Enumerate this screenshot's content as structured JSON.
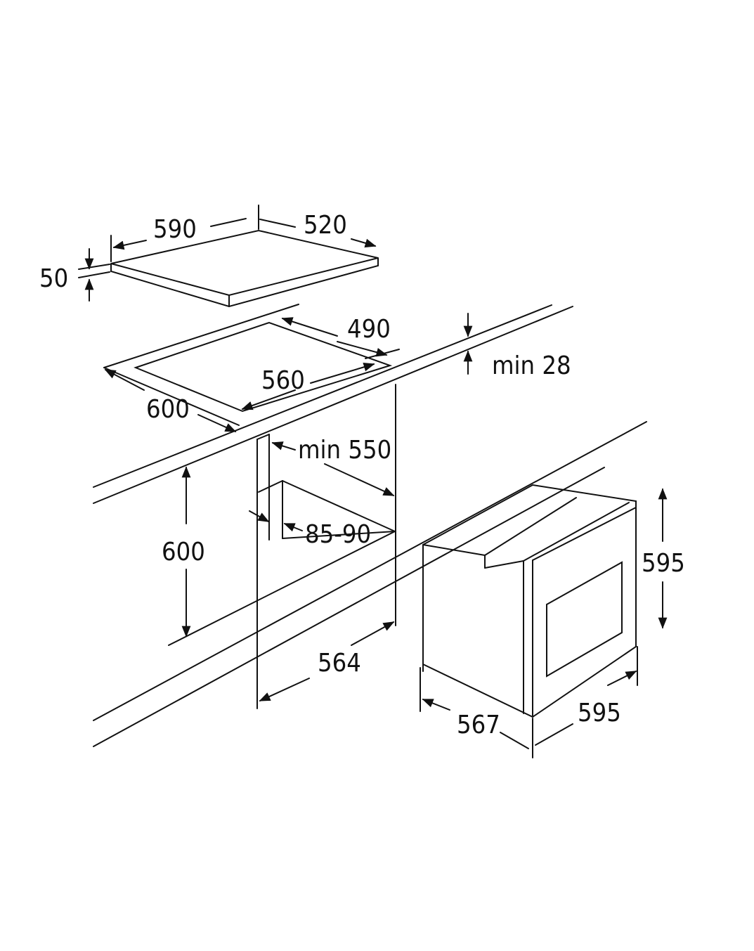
{
  "diagram": {
    "title": "Built-in hob and oven installation dimensions",
    "hob": {
      "width": "590",
      "depth": "520",
      "height": "50"
    },
    "cutout": {
      "depth": "490",
      "width": "560",
      "counter_depth": "600",
      "counter_thickness": "min 28"
    },
    "cabinet": {
      "min_width": "min 550",
      "height": "600",
      "gap": "85-90",
      "depth": "564"
    },
    "oven": {
      "height": "595",
      "depth": "567",
      "width": "595"
    }
  }
}
